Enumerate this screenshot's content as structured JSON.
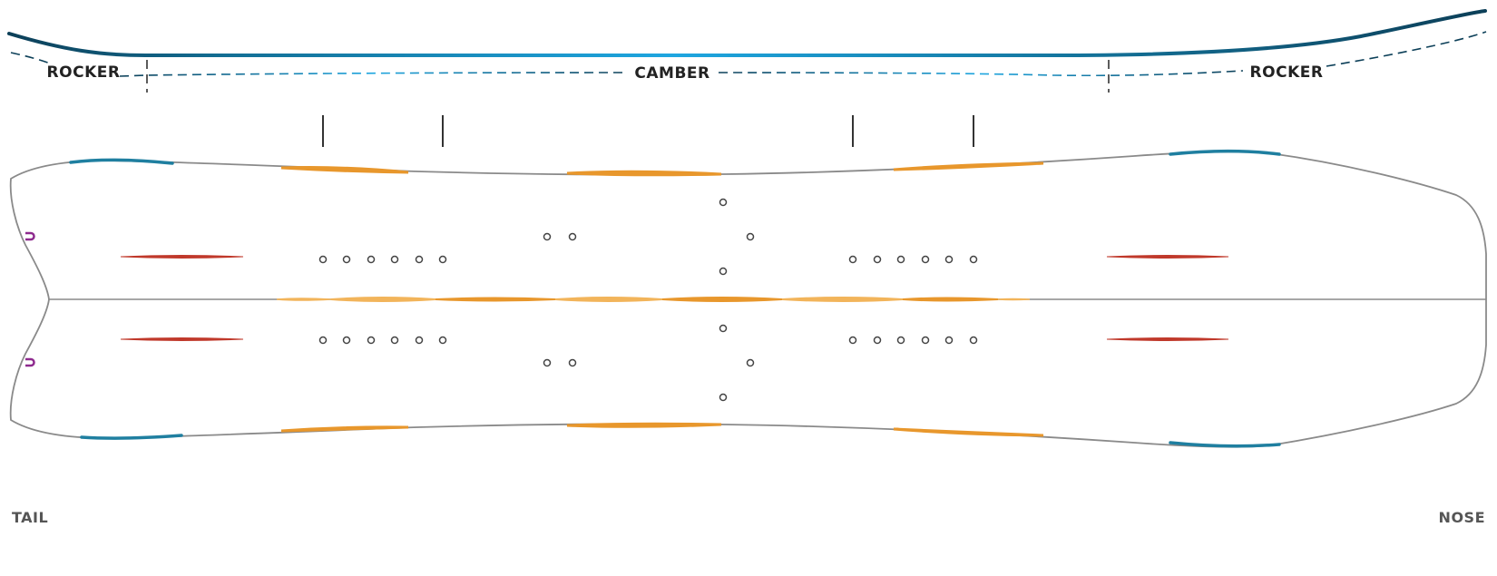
{
  "profile": {
    "left_label": "ROCKER",
    "center_label": "CAMBER",
    "right_label": "ROCKER"
  },
  "ends": {
    "tail_label": "TAIL",
    "nose_label": "NOSE"
  },
  "colors": {
    "camber_line_center": "#1ea6e0",
    "camber_line_dark": "#0c3f58",
    "outline": "#8a8a8a",
    "rocker_edge": "#1f7fa0",
    "sidecut_accent": "#e8972c",
    "sidecut_light": "#f2b45a",
    "inner_stripe": "#c0392b",
    "tail_clip": "#8e2a8e",
    "insert": "#444444"
  },
  "icons": {
    "insert": "circle-insert-icon",
    "tail_clip": "skin-clip-icon"
  }
}
